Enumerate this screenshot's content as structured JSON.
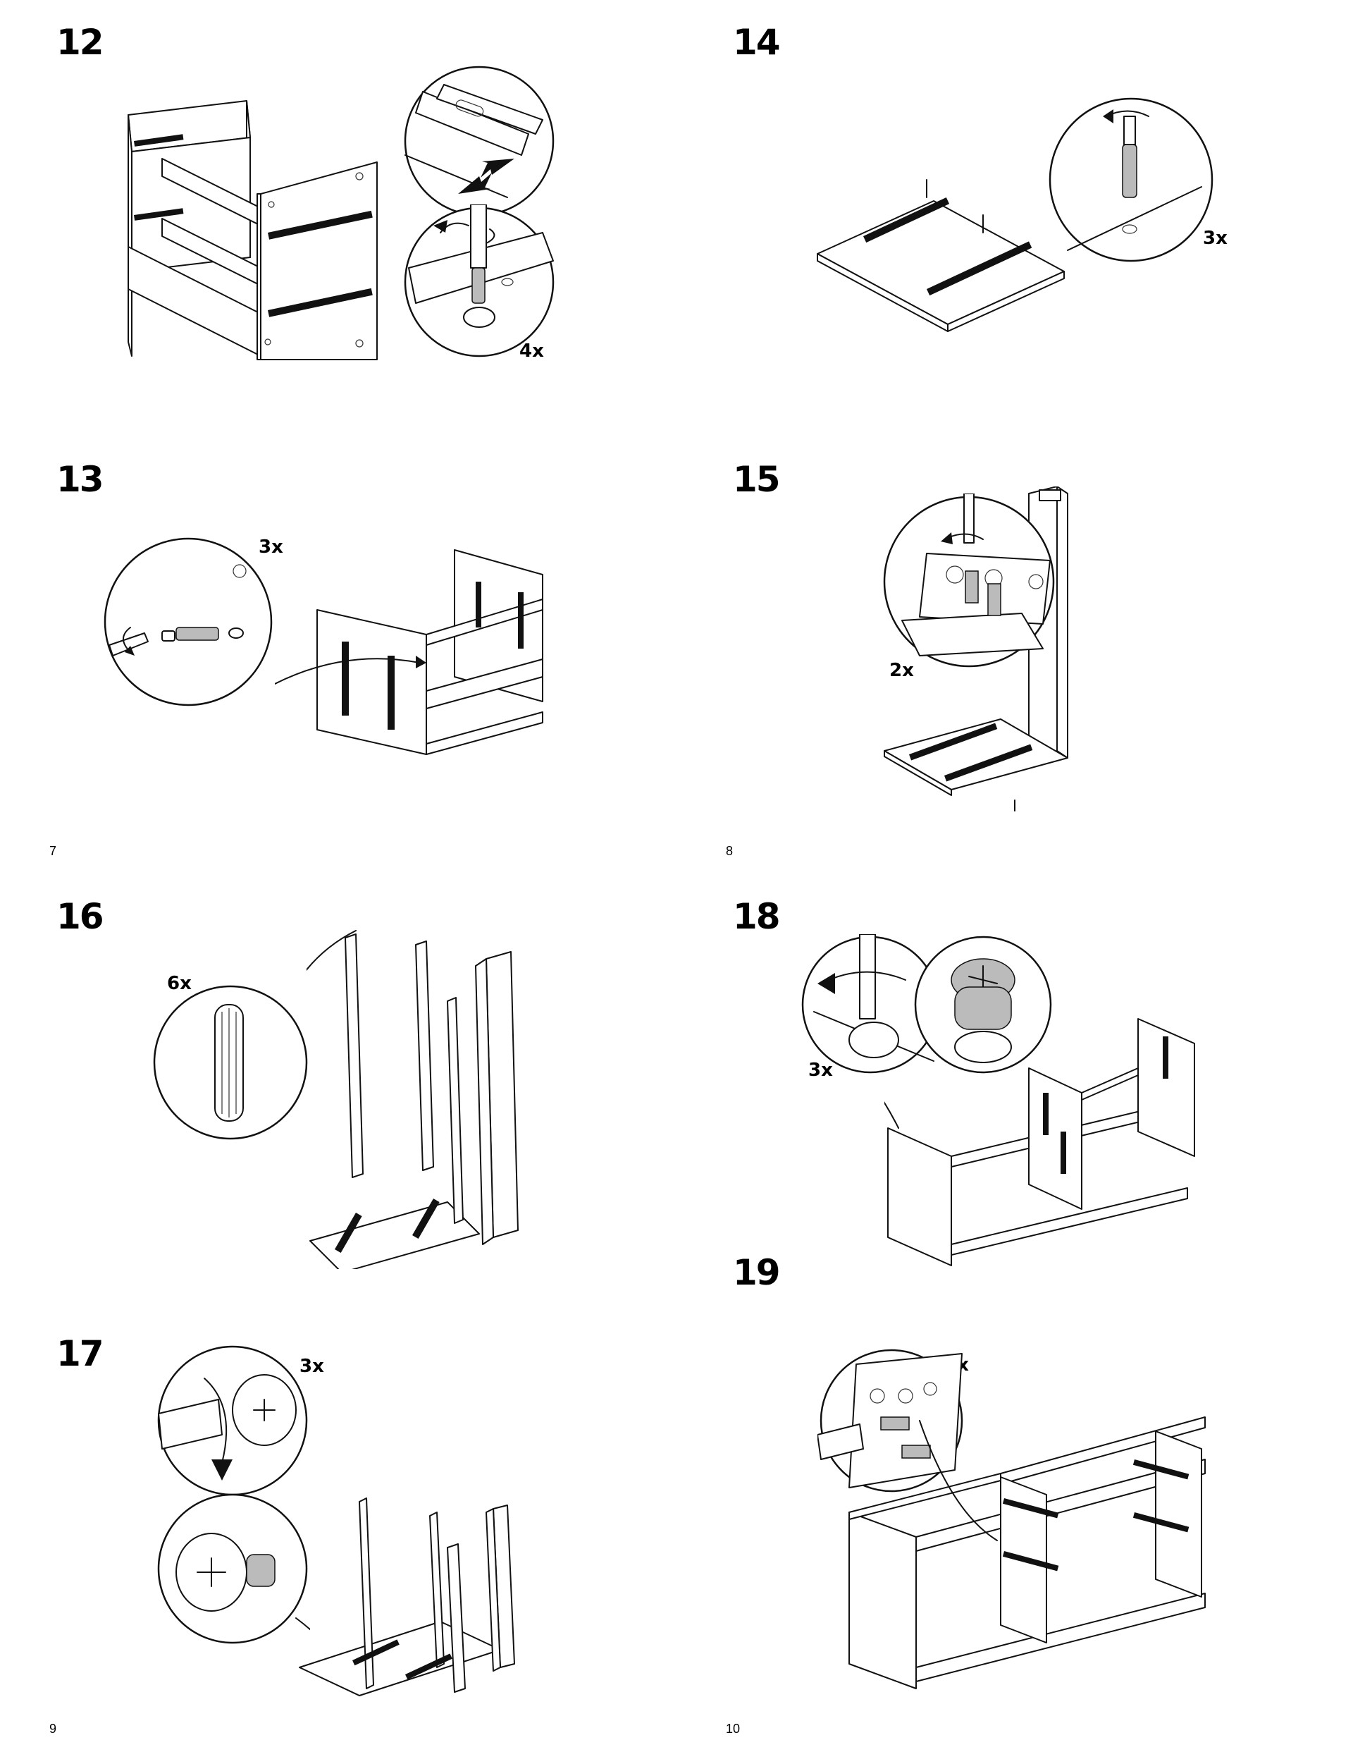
{
  "pages": [
    {
      "page_number": "7",
      "steps": [
        {
          "number": "12",
          "detail_quantity": "4x"
        },
        {
          "number": "13",
          "detail_quantity": "3x"
        }
      ]
    },
    {
      "page_number": "8",
      "steps": [
        {
          "number": "14",
          "detail_quantity": "3x"
        },
        {
          "number": "15",
          "detail_quantity": "2x"
        }
      ]
    },
    {
      "page_number": "9",
      "steps": [
        {
          "number": "16",
          "detail_quantity": "6x"
        },
        {
          "number": "17",
          "detail_quantity": "3x"
        }
      ]
    },
    {
      "page_number": "10",
      "steps": [
        {
          "number": "18",
          "detail_quantity": "3x"
        },
        {
          "number": "19",
          "detail_quantity": "2x"
        }
      ]
    }
  ]
}
